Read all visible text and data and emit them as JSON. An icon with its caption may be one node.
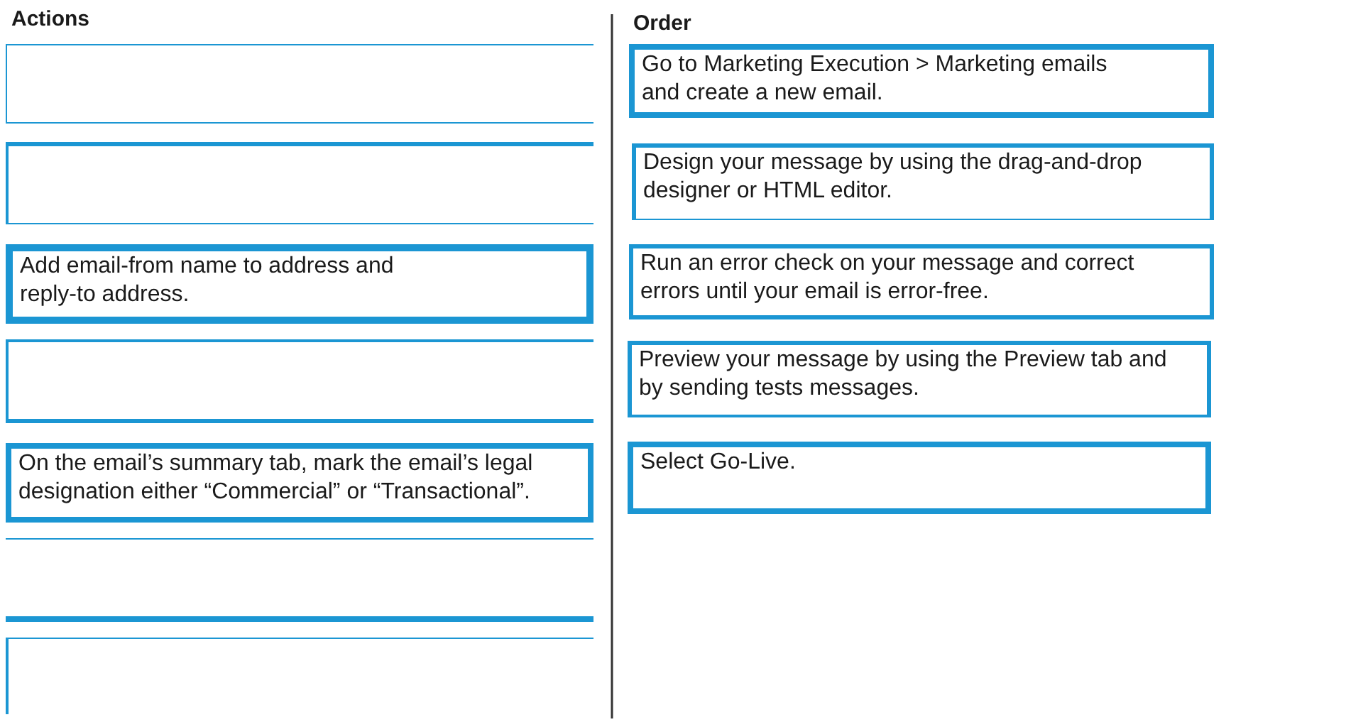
{
  "diagram": {
    "nodes": [
      {
        "text": [],
        "shape": "box"
      },
      {
        "text": [],
        "shape": "box"
      },
      {
        "text": [
          "Add email-from name to address and reply-to address."
        ]
      },
      {
        "text": [],
        "shape": "box"
      },
      {
        "text": [
          "On the email’s summary tab, mark the email’s legal designation either “Commercial” or “Transactional”."
        ]
      },
      {
        "text": [],
        "shape": "box"
      },
      {
        "text": [],
        "shape": "box"
      },
      {
        "text": [
          "Go to Marketing Execution > Marketing emails and create a new email."
        ]
      },
      {
        "text": [
          "Design your message by using the drag-and-drop designer or HTML editor."
        ]
      },
      {
        "text": [
          "Run an error check on your message and correct errors until your email is error-free."
        ]
      },
      {
        "text": [
          "Preview your message by using the Preview tab and by sending tests messages."
        ]
      },
      {
        "text": [
          "Select Go-Live."
        ]
      }
    ],
    "labels": [
      "Actions",
      "Order"
    ]
  }
}
